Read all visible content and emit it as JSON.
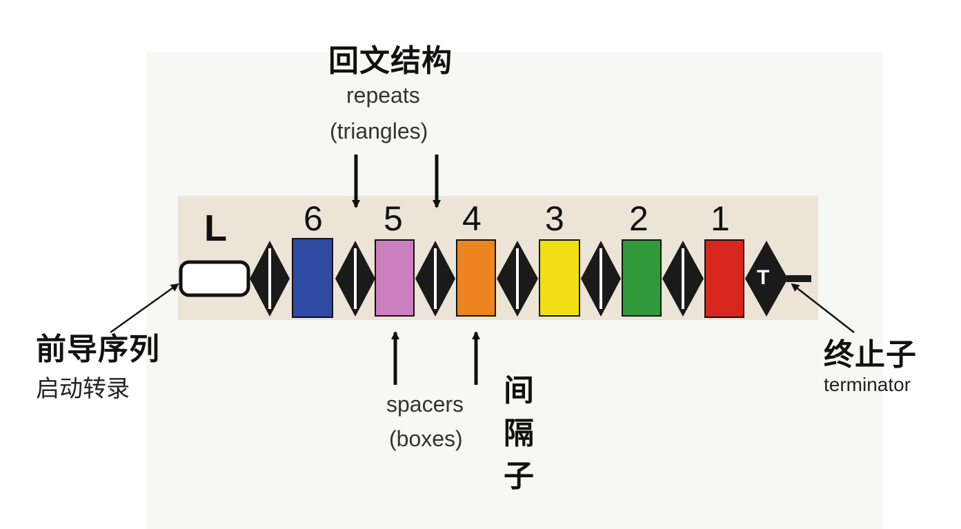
{
  "labels": {
    "repeats_cn": "回文结构",
    "repeats_en_1": "repeats",
    "repeats_en_2": "(triangles)",
    "leader_cn": "前导序列",
    "leader_sub_cn": "启动转录",
    "spacers_en_1": "spacers",
    "spacers_en_2": "(boxes)",
    "spacers_cn": [
      "间",
      "隔",
      "子"
    ],
    "terminator_cn": "终止子",
    "terminator_en": "terminator"
  },
  "array": {
    "leader_label": "L",
    "terminator_label": "T",
    "spacers": [
      {
        "number": "6",
        "color": "#2f4aa3"
      },
      {
        "number": "5",
        "color": "#cc7fbf"
      },
      {
        "number": "4",
        "color": "#ee8420"
      },
      {
        "number": "3",
        "color": "#f2de14"
      },
      {
        "number": "2",
        "color": "#2f9a3a"
      },
      {
        "number": "1",
        "color": "#d6261e"
      }
    ],
    "repeat_color": "#1a1a1a"
  }
}
